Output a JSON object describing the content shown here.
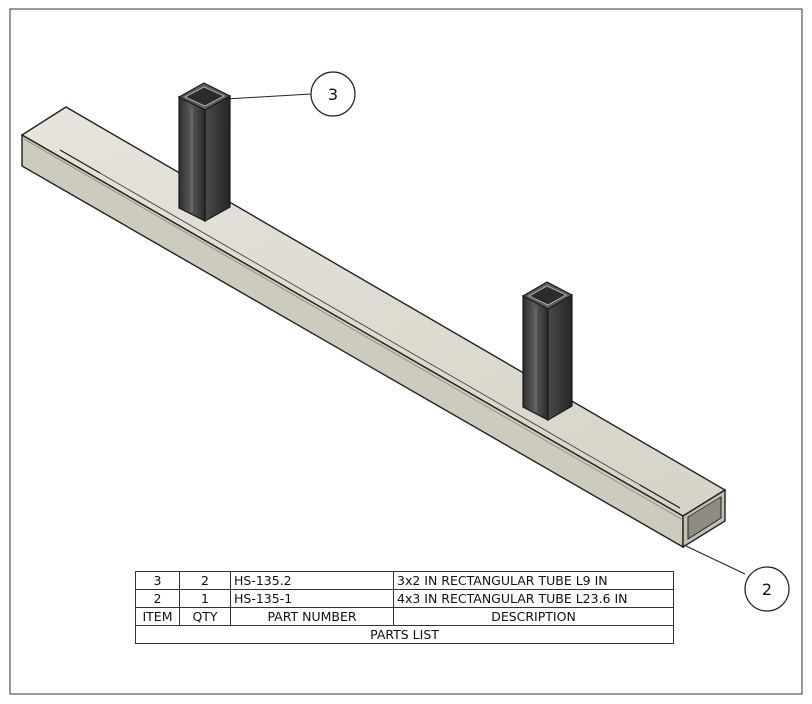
{
  "balloons": [
    {
      "item": "3"
    },
    {
      "item": "2"
    }
  ],
  "parts_list": {
    "title": "PARTS LIST",
    "headers": {
      "item": "ITEM",
      "qty": "QTY",
      "part_number": "PART NUMBER",
      "description": "DESCRIPTION"
    },
    "rows": [
      {
        "item": "3",
        "qty": "2",
        "part_number": "HS-135.2",
        "description": "3x2 IN RECTANGULAR TUBE L9 IN"
      },
      {
        "item": "2",
        "qty": "1",
        "part_number": "HS-135-1",
        "description": "4x3 IN RECTANGULAR TUBE L23.6 IN"
      }
    ]
  },
  "colors": {
    "base_tube_top": "#dedcd2",
    "base_tube_side": "#cfccc0",
    "post_tube": "#3d3d3d",
    "line": "#222222"
  }
}
